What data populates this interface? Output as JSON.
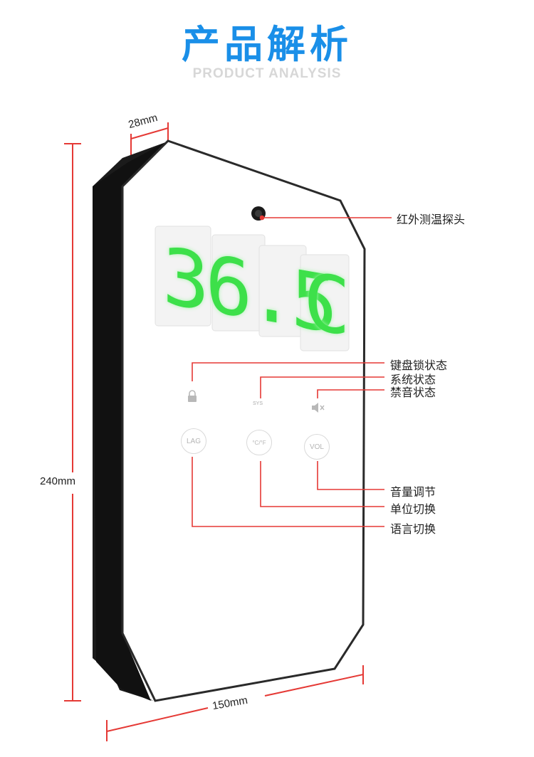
{
  "header": {
    "title": "产品解析",
    "subtitle": "PRODUCT ANALYSIS"
  },
  "dimensions": {
    "depth": "28mm",
    "height": "240mm",
    "width": "150mm"
  },
  "display": {
    "reading": "36.5",
    "unit": "C",
    "color": "#3de04a"
  },
  "indicators": {
    "sys_label": "SYS",
    "lock_icon": "lock-icon",
    "mute_icon": "speaker-mute-icon"
  },
  "buttons": {
    "language": "LAG",
    "unit": "°C/°F",
    "volume": "VOL"
  },
  "callouts": {
    "ir_probe": "红外测温探头",
    "keyboard_lock": "键盘锁状态",
    "system_status": "系统状态",
    "mute_status": "禁音状态",
    "volume_adjust": "音量调节",
    "unit_switch": "单位切换",
    "language_switch": "语言切换"
  },
  "colors": {
    "title": "#1a8fe8",
    "callout_line": "#e53935",
    "device_body": "#1b1b1b"
  }
}
